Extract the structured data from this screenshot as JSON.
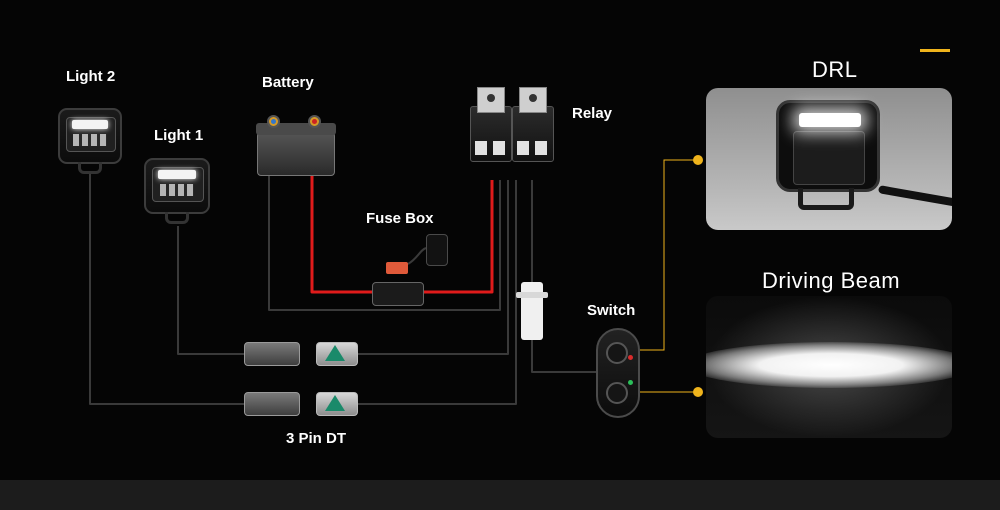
{
  "labels": {
    "light2": "Light 2",
    "light1": "Light 1",
    "battery": "Battery",
    "relay": "Relay",
    "fuse_box": "Fuse Box",
    "switch": "Switch",
    "connector": "3 Pin DT",
    "drl": "DRL",
    "driving_beam": "Driving Beam"
  },
  "colors": {
    "background": "#050505",
    "wire": "#3a3a3a",
    "positive_wire": "#e01b1b",
    "callout": "#f0b41c"
  },
  "icons": [
    "light-unit-icon",
    "battery-icon",
    "relay-icon",
    "fuse-icon",
    "dt-connector-icon",
    "switch-panel-icon"
  ]
}
